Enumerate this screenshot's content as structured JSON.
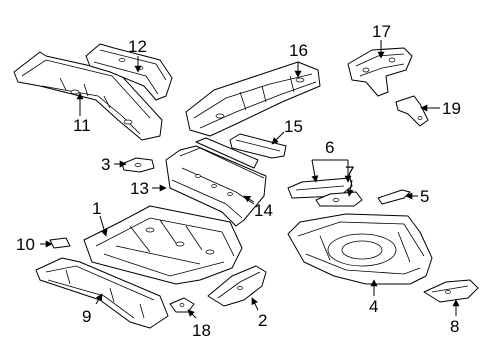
{
  "callouts": [
    {
      "id": "p1",
      "label": "1"
    },
    {
      "id": "p2",
      "label": "2"
    },
    {
      "id": "p3",
      "label": "3"
    },
    {
      "id": "p4",
      "label": "4"
    },
    {
      "id": "p5",
      "label": "5"
    },
    {
      "id": "p6",
      "label": "6"
    },
    {
      "id": "p7",
      "label": "7"
    },
    {
      "id": "p8",
      "label": "8"
    },
    {
      "id": "p9",
      "label": "9"
    },
    {
      "id": "p10",
      "label": "10"
    },
    {
      "id": "p11",
      "label": "11"
    },
    {
      "id": "p12",
      "label": "12"
    },
    {
      "id": "p13",
      "label": "13"
    },
    {
      "id": "p14",
      "label": "14"
    },
    {
      "id": "p15",
      "label": "15"
    },
    {
      "id": "p16",
      "label": "16"
    },
    {
      "id": "p17",
      "label": "17"
    },
    {
      "id": "p18",
      "label": "18"
    },
    {
      "id": "p19",
      "label": "19"
    }
  ],
  "colors": {
    "line": "#000000",
    "background": "#ffffff"
  }
}
